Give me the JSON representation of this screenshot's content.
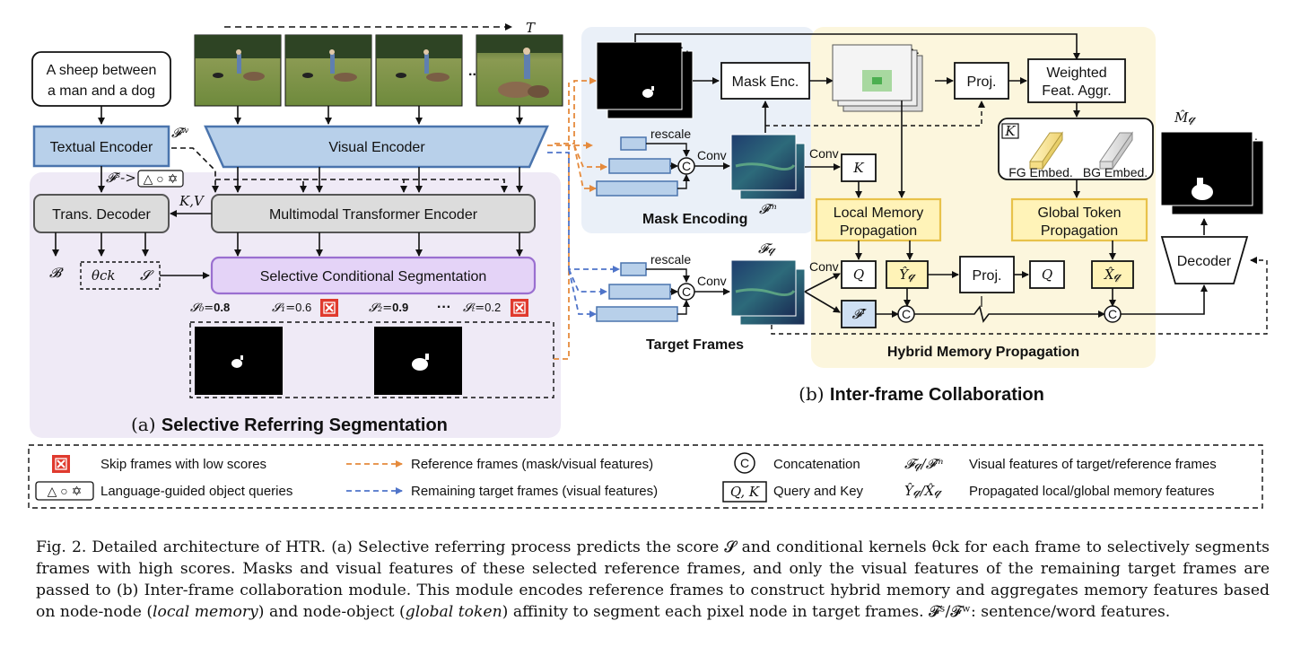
{
  "panel_a": {
    "input_text_line1": "A sheep between",
    "input_text_line2": "a man and a dog",
    "time_label": "T",
    "ellipsis": "...",
    "textual_encoder": "Textual Encoder",
    "visual_encoder": "Visual Encoder",
    "fw_label": "𝓕ʷ",
    "fs_label": "𝓕ˢ->",
    "query_shapes": "△ ○ ✡",
    "kv_label": "K,V",
    "trans_decoder": "Trans. Decoder",
    "mm_encoder": "Multimodal Transformer Encoder",
    "b_label": "𝓑",
    "theta_label": "θck",
    "s_label": "𝓢",
    "selective_seg": "Selective Conditional Segmentation",
    "scores": [
      {
        "name": "𝓢₀=",
        "value": "0.8",
        "bold": true,
        "skip": false
      },
      {
        "name": "𝓢₁=",
        "value": "0.6",
        "bold": false,
        "skip": true
      },
      {
        "name": "𝓢₂=",
        "value": "0.9",
        "bold": true,
        "skip": false
      },
      {
        "name": "𝓢ₜ=",
        "value": "0.2",
        "bold": false,
        "skip": true
      }
    ],
    "score_ellipsis": "···",
    "title_prefix": "(a) ",
    "title_bold": "Selective Referring Segmentation"
  },
  "panel_b": {
    "mask_enc": "Mask Enc.",
    "proj1": "Proj.",
    "weighted_1": "Weighted",
    "weighted_2": "Feat. Aggr.",
    "rescale": "rescale",
    "conv": "Conv",
    "concat_symbol": "C",
    "k_label": "K",
    "fm_label": "𝓕ᵐ",
    "fq_label": "𝓕𝓆",
    "mask_encoding": "Mask Encoding",
    "target_frames": "Target Frames",
    "local_mem_1": "Local Memory",
    "local_mem_2": "Propagation",
    "global_tok_1": "Global Token",
    "global_tok_2": "Propagation",
    "fg_embed": "FG Embed.",
    "bg_embed": "BG Embed.",
    "k_box": "K",
    "q_label": "Q",
    "y_label": "Ŷ𝓆",
    "x_label": "X̂𝓆",
    "proj2": "Proj.",
    "fi_label": "𝓕ᴵ",
    "decoder": "Decoder",
    "m_out": "M̂𝓆",
    "hybrid": "Hybrid Memory Propagation",
    "title_prefix": "(b) ",
    "title_bold": "Inter-frame Collaboration"
  },
  "legend": {
    "skip": "Skip frames with low scores",
    "queries": "Language-guided object queries",
    "queries_shapes": "△ ○ ✡",
    "ref_frames": "Reference frames (mask/visual features)",
    "remaining": "Remaining target frames (visual features)",
    "concat_sym": "C",
    "concat": "Concatenation",
    "qk_sym": "Q, K",
    "qk": "Query and Key",
    "feat_sym": "𝓕𝓆/𝓕ᵐ",
    "feat": "Visual features of target/reference frames",
    "mem_sym": "Ŷ𝓆/X̂𝓆",
    "mem": "Propagated local/global memory features"
  },
  "colors": {
    "encoder_blue": "#b8d0ea",
    "encoder_border": "#4a74ad",
    "purple_bg": "#efeaf6",
    "purple_box": "#e4d3f7",
    "purple_border": "#9a6fd0",
    "grey_box": "#dcdcdc",
    "yellow_bg": "#fcf6dd",
    "yellow_box": "#fff3b8",
    "yellow_border": "#e8c24a",
    "blue_bg": "#eaf0f8",
    "orange_arrow": "#e58a3c",
    "blue_arrow": "#4f74c9",
    "skip_red": "#e03a2e"
  }
}
